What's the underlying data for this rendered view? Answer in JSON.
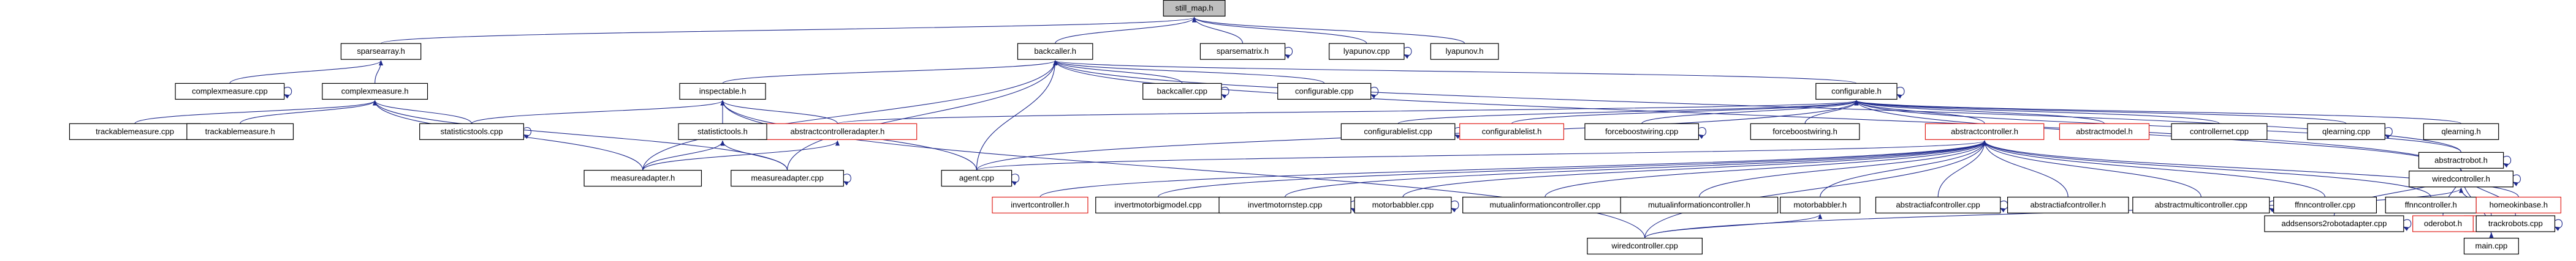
{
  "graph": {
    "nodes": [
      {
        "id": "n0",
        "label": "still_map.h",
        "style": "root"
      },
      {
        "id": "n1",
        "label": "sparsearray.h",
        "style": "normal"
      },
      {
        "id": "n2",
        "label": "backcaller.h",
        "style": "normal"
      },
      {
        "id": "n3",
        "label": "sparsematrix.h",
        "style": "normal"
      },
      {
        "id": "n4",
        "label": "lyapunov.cpp",
        "style": "normal"
      },
      {
        "id": "n5",
        "label": "lyapunov.h",
        "style": "normal"
      },
      {
        "id": "n6",
        "label": "complexmeasure.cpp",
        "style": "normal"
      },
      {
        "id": "n7",
        "label": "complexmeasure.h",
        "style": "normal"
      },
      {
        "id": "n8",
        "label": "trackablemeasure.cpp",
        "style": "normal"
      },
      {
        "id": "n9",
        "label": "trackablemeasure.h",
        "style": "normal"
      },
      {
        "id": "n10",
        "label": "statisticstools.cpp",
        "style": "normal"
      },
      {
        "id": "n11",
        "label": "inspectable.h",
        "style": "normal"
      },
      {
        "id": "n12",
        "label": "backcaller.cpp",
        "style": "normal"
      },
      {
        "id": "n13",
        "label": "configurable.cpp",
        "style": "normal"
      },
      {
        "id": "n14",
        "label": "configurable.h",
        "style": "normal"
      },
      {
        "id": "n15",
        "label": "abstractcontrolleradapter.h",
        "style": "red"
      },
      {
        "id": "n16",
        "label": "statistictools.h",
        "style": "normal"
      },
      {
        "id": "n17",
        "label": "measureadapter.h",
        "style": "normal"
      },
      {
        "id": "n18",
        "label": "measureadapter.cpp",
        "style": "normal"
      },
      {
        "id": "n19",
        "label": "agent.cpp",
        "style": "normal"
      },
      {
        "id": "n20",
        "label": "configurablelist.cpp",
        "style": "normal"
      },
      {
        "id": "n21",
        "label": "configurablelist.h",
        "style": "red"
      },
      {
        "id": "n22",
        "label": "forceboostwiring.cpp",
        "style": "normal"
      },
      {
        "id": "n23",
        "label": "forceboostwiring.h",
        "style": "normal"
      },
      {
        "id": "n24",
        "label": "abstractcontroller.h",
        "style": "red"
      },
      {
        "id": "n25",
        "label": "abstractmodel.h",
        "style": "red"
      },
      {
        "id": "n26",
        "label": "controllernet.cpp",
        "style": "normal"
      },
      {
        "id": "n27",
        "label": "qlearning.cpp",
        "style": "normal"
      },
      {
        "id": "n28",
        "label": "qlearning.h",
        "style": "normal"
      },
      {
        "id": "n29",
        "label": "wiredcontroller.h",
        "style": "normal"
      },
      {
        "id": "n30",
        "label": "abstractrobot.h",
        "style": "normal"
      },
      {
        "id": "n31",
        "label": "invertcontroller.h",
        "style": "red"
      },
      {
        "id": "n32",
        "label": "invertmotorbigmodel.cpp",
        "style": "normal"
      },
      {
        "id": "n33",
        "label": "invertmotornstep.cpp",
        "style": "normal"
      },
      {
        "id": "n34",
        "label": "motorbabbler.cpp",
        "style": "normal"
      },
      {
        "id": "n35",
        "label": "mutualinformationcontroller.cpp",
        "style": "normal"
      },
      {
        "id": "n36",
        "label": "mutualinformationcontroller.h",
        "style": "normal"
      },
      {
        "id": "n37",
        "label": "motorbabbler.h",
        "style": "normal"
      },
      {
        "id": "n38",
        "label": "abstractiafcontroller.cpp",
        "style": "normal"
      },
      {
        "id": "n39",
        "label": "abstractiafcontroller.h",
        "style": "normal"
      },
      {
        "id": "n40",
        "label": "abstractmulticontroller.cpp",
        "style": "normal"
      },
      {
        "id": "n41",
        "label": "ffnncontroller.cpp",
        "style": "normal"
      },
      {
        "id": "n42",
        "label": "ffnncontroller.h",
        "style": "normal"
      },
      {
        "id": "n43",
        "label": "homeokinbase.h",
        "style": "red"
      },
      {
        "id": "n44",
        "label": "agent.h",
        "style": "red"
      },
      {
        "id": "n45",
        "label": "addsensors2robotadapter.cpp",
        "style": "normal"
      },
      {
        "id": "n46",
        "label": "oderobot.h",
        "style": "red"
      },
      {
        "id": "n47",
        "label": "trackrobots.cpp",
        "style": "normal"
      },
      {
        "id": "n48",
        "label": "main.cpp",
        "style": "normal"
      },
      {
        "id": "n49",
        "label": "wiredcontroller.cpp",
        "style": "normal"
      }
    ],
    "edges": [
      [
        "n0",
        "n1"
      ],
      [
        "n0",
        "n2"
      ],
      [
        "n0",
        "n3"
      ],
      [
        "n0",
        "n4"
      ],
      [
        "n0",
        "n5"
      ],
      [
        "n1",
        "n6"
      ],
      [
        "n1",
        "n7"
      ],
      [
        "n2",
        "n11"
      ],
      [
        "n2",
        "n12"
      ],
      [
        "n2",
        "n13"
      ],
      [
        "n2",
        "n14"
      ],
      [
        "n2",
        "n17"
      ],
      [
        "n2",
        "n18"
      ],
      [
        "n2",
        "n19"
      ],
      [
        "n2",
        "n29"
      ],
      [
        "n2",
        "n30"
      ],
      [
        "n7",
        "n8"
      ],
      [
        "n7",
        "n9"
      ],
      [
        "n7",
        "n10"
      ],
      [
        "n7",
        "n17"
      ],
      [
        "n7",
        "n18"
      ],
      [
        "n11",
        "n10"
      ],
      [
        "n11",
        "n15"
      ],
      [
        "n11",
        "n16"
      ],
      [
        "n11",
        "n19"
      ],
      [
        "n11",
        "n49"
      ],
      [
        "n14",
        "n15"
      ],
      [
        "n14",
        "n19"
      ],
      [
        "n14",
        "n20"
      ],
      [
        "n14",
        "n21"
      ],
      [
        "n14",
        "n22"
      ],
      [
        "n14",
        "n23"
      ],
      [
        "n14",
        "n24"
      ],
      [
        "n14",
        "n25"
      ],
      [
        "n14",
        "n26"
      ],
      [
        "n14",
        "n27"
      ],
      [
        "n14",
        "n28"
      ],
      [
        "n14",
        "n29"
      ],
      [
        "n14",
        "n30"
      ],
      [
        "n15",
        "n17"
      ],
      [
        "n16",
        "n17"
      ],
      [
        "n16",
        "n18"
      ],
      [
        "n24",
        "n19"
      ],
      [
        "n24",
        "n31"
      ],
      [
        "n24",
        "n32"
      ],
      [
        "n24",
        "n33"
      ],
      [
        "n24",
        "n34"
      ],
      [
        "n24",
        "n35"
      ],
      [
        "n24",
        "n36"
      ],
      [
        "n24",
        "n37"
      ],
      [
        "n24",
        "n38"
      ],
      [
        "n24",
        "n39"
      ],
      [
        "n24",
        "n40"
      ],
      [
        "n24",
        "n41"
      ],
      [
        "n24",
        "n42"
      ],
      [
        "n24",
        "n43"
      ],
      [
        "n24",
        "n49"
      ],
      [
        "n37",
        "n49"
      ],
      [
        "n29",
        "n44"
      ],
      [
        "n29",
        "n49"
      ],
      [
        "n30",
        "n45"
      ],
      [
        "n30",
        "n46"
      ],
      [
        "n30",
        "n47"
      ],
      [
        "n30",
        "n48"
      ],
      [
        "n44",
        "n48"
      ]
    ],
    "self_loops": [
      "n3",
      "n4",
      "n6",
      "n8",
      "n10",
      "n12",
      "n13",
      "n14",
      "n18",
      "n19",
      "n20",
      "n22",
      "n27",
      "n29",
      "n30",
      "n32",
      "n33",
      "n34",
      "n38",
      "n40",
      "n45",
      "n47"
    ]
  }
}
